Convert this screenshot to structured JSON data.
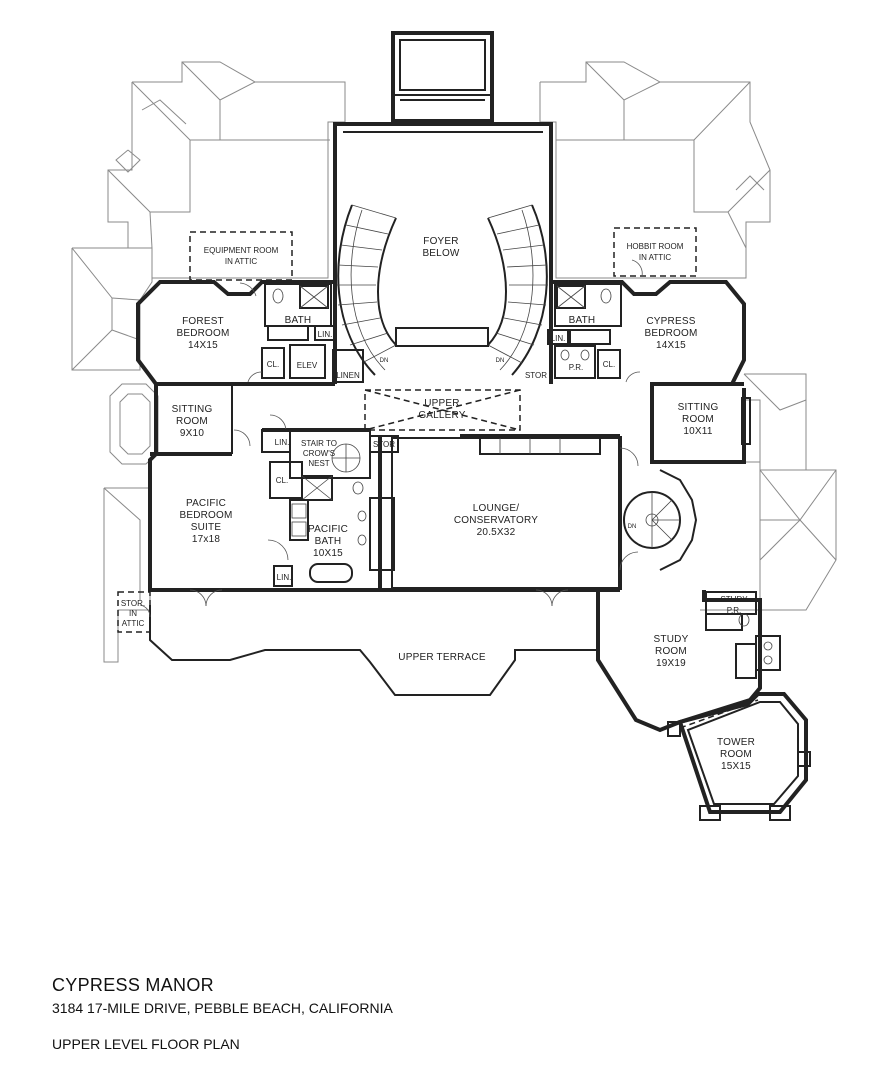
{
  "title_block": {
    "title": "CYPRESS MANOR",
    "address": "3184 17-MILE DRIVE, PEBBLE BEACH, CALIFORNIA",
    "plan_name": "UPPER LEVEL FLOOR PLAN"
  },
  "rooms": {
    "foyer": [
      "FOYER",
      "BELOW"
    ],
    "equipment_room": [
      "EQUIPMENT ROOM",
      "IN ATTIC"
    ],
    "hobbit_room": [
      "HOBBIT ROOM",
      "IN ATTIC"
    ],
    "forest_bedroom": [
      "FOREST",
      "BEDROOM",
      "14X15"
    ],
    "cypress_bedroom": [
      "CYPRESS",
      "BEDROOM",
      "14X15"
    ],
    "bath_left": "BATH",
    "bath_right": "BATH",
    "lin_left": "LIN.",
    "lin_right": "LIN.",
    "closet_left": "CL.",
    "closet_right": "CL.",
    "elevator": "ELEV",
    "linen": "LINEN",
    "stor_right": "STOR",
    "powder_room": "P.R.",
    "upper_gallery": [
      "UPPER",
      "GALLERY"
    ],
    "sitting_room_left": [
      "SITTING",
      "ROOM",
      "9X10"
    ],
    "sitting_room_right": [
      "SITTING",
      "ROOM",
      "10X11"
    ],
    "lin_center": "LIN.",
    "stair_crows_nest": [
      "STAIR TO",
      "CROW'S",
      "NEST"
    ],
    "stor_center": "STOR",
    "closet_pacific": "CL.",
    "pacific_suite": [
      "PACIFIC",
      "BEDROOM",
      "SUITE",
      "17x18"
    ],
    "pacific_bath": [
      "PACIFIC",
      "BATH",
      "10X15"
    ],
    "lin_pacific": "LIN.",
    "lounge": [
      "LOUNGE/",
      "CONSERVATORY",
      "20.5X32"
    ],
    "stor_attic": [
      "STOR.",
      "IN",
      "ATTIC"
    ],
    "upper_terrace": "UPPER TERRACE",
    "study_pr": [
      "STUDY",
      "P.R."
    ],
    "study_room": [
      "STUDY",
      "ROOM",
      "19X19"
    ],
    "tower_room": [
      "TOWER",
      "ROOM",
      "15X15"
    ],
    "stair_down": "DN"
  }
}
